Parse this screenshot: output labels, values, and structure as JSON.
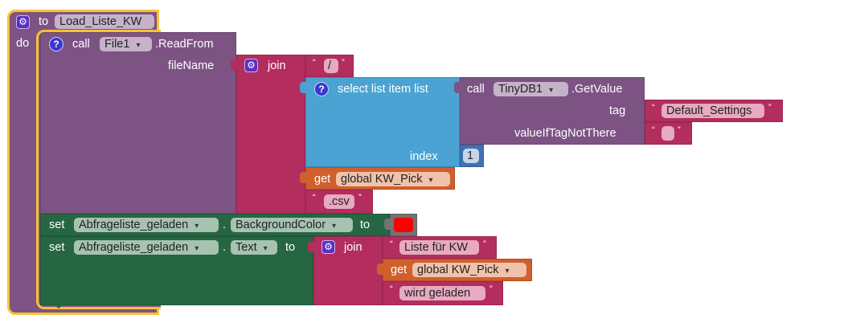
{
  "procedure": {
    "to_label": "to",
    "name": "Load_Liste_KW",
    "do_label": "do"
  },
  "readfrom": {
    "call_label": "call",
    "component": "File1",
    "method": ".ReadFrom",
    "param": "fileName"
  },
  "join1": {
    "label": "join",
    "text1": "/",
    "text_csv": ".csv"
  },
  "select_list": {
    "label": "select list item  list",
    "index_label": "index",
    "index_value": "1"
  },
  "getvalue": {
    "call_label": "call",
    "component": "TinyDB1",
    "method": ".GetValue",
    "tag_label": "tag",
    "tag_value": "Default_Settings",
    "default_label": "valueIfTagNotThere",
    "default_value": ""
  },
  "get1": {
    "get_label": "get",
    "variable": "global KW_Pick"
  },
  "set1": {
    "set_label": "set",
    "component": "Abfrageliste_geladen",
    "dot": ".",
    "property": "BackgroundColor",
    "to_label": "to",
    "color": "#ff0000"
  },
  "set2": {
    "set_label": "set",
    "component": "Abfrageliste_geladen",
    "dot": ".",
    "property": "Text",
    "to_label": "to"
  },
  "join2": {
    "label": "join",
    "text1": "Liste für KW",
    "get_label": "get",
    "variable": "global KW_Pick",
    "text2": "wird geladen"
  },
  "icons": {
    "gear": "⚙",
    "question": "?",
    "open_quote": "“",
    "close_quote": "”"
  },
  "colors": {
    "procedure": "#7d5384",
    "text": "#b32d5e",
    "list": "#4aa3d2",
    "math": "#3f71b5",
    "variable": "#d05f2d",
    "component_set": "#266643",
    "selection_outline": "#f7c234"
  }
}
